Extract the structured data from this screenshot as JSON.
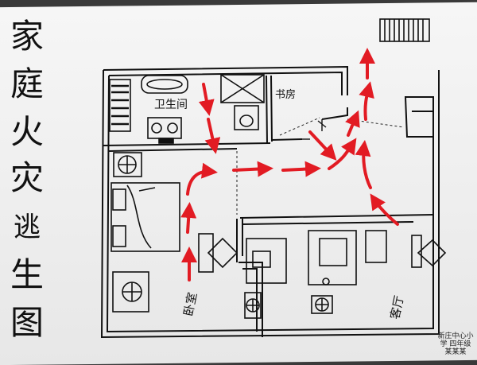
{
  "title_chars": [
    "家",
    "庭",
    "火",
    "灾",
    "逃",
    "生",
    "图"
  ],
  "rooms": {
    "bathroom": "卫生间",
    "study": "书房",
    "bedroom": "卧室",
    "living_room": "客厅"
  },
  "signature": "新庄中心小学 四年级 某某某",
  "colors": {
    "ink": "#111111",
    "arrow": "#e21b23",
    "paper": "#f2f2f2"
  }
}
